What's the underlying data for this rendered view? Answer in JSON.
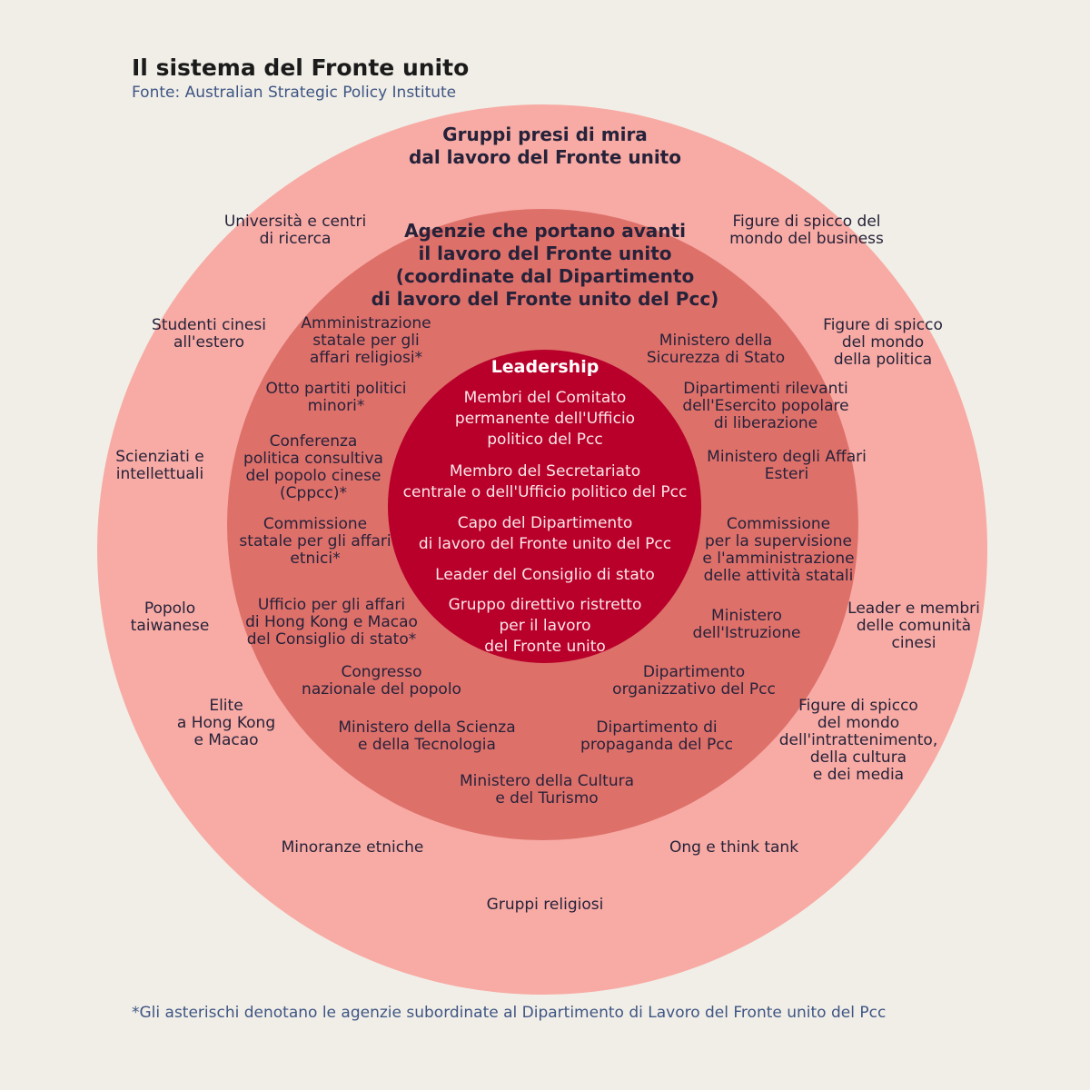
{
  "title": "Il sistema del Fronte unito",
  "subtitle": "Fonte: Australian Strategic Policy Institute",
  "footnote": "*Gli asterischi denotano le agenzie subordinate al Dipartimento di Lavoro del Fronte unito del Pcc",
  "colors": {
    "background": "#f1eee7",
    "outer_ring": "#f7aba4",
    "middle_ring": "#de706a",
    "inner_core": "#b8002a",
    "text_dark": "#26223a",
    "text_source": "#3e5584"
  },
  "outer_ring": {
    "heading": "Gruppi presi di mira\ndal lavoro del Fronte unito",
    "items": [
      "Università e centri\ndi ricerca",
      "Figure di spicco del\nmondo del business",
      "Studenti cinesi\nall'estero",
      "Figure di spicco\ndel mondo\ndella politica",
      "Scienziati e\nintellettuali",
      "Popolo\ntaiwanese",
      "Leader e membri\ndelle comunità\ncinesi",
      "Elite\na Hong Kong\ne Macao",
      "Figure di spicco\ndel mondo\ndell'intrattenimento,\ndella cultura\ne dei media",
      "Minoranze etniche",
      "Ong e think tank",
      "Gruppi religiosi"
    ]
  },
  "middle_ring": {
    "heading": "Agenzie che portano avanti\nil lavoro del Fronte unito\n(coordinate dal Dipartimento\ndi lavoro del Fronte unito del Pcc)",
    "items": [
      "Amministrazione\nstatale per gli\naffari religiosi*",
      "Ministero della\nSicurezza di Stato",
      "Otto partiti politici\nminori*",
      "Dipartimenti rilevanti\ndell'Esercito popolare\ndi liberazione",
      "Conferenza\npolitica consultiva\ndel popolo cinese\n(Cppcc)*",
      "Ministero degli Affari\nEsteri",
      "Commissione\nstatale per gli affari\netnici*",
      "Commissione\nper la supervisione\ne l'amministrazione\ndelle attività statali",
      "Ufficio per gli affari\ndi Hong Kong e Macao\ndel Consiglio di stato*",
      "Ministero\ndell'Istruzione",
      "Congresso\nnazionale del popolo",
      "Dipartimento\norganizzativo del Pcc",
      "Ministero della Scienza\ne della Tecnologia",
      "Dipartimento di\npropaganda del Pcc",
      "Ministero della Cultura\ne del Turismo"
    ]
  },
  "inner_core": {
    "heading": "Leadership",
    "items": [
      "Membri del Comitato\npermanente dell'Ufficio\npolitico del Pcc",
      "Membro del Secretariato\ncentrale o dell'Ufficio politico del Pcc",
      "Capo del Dipartimento\ndi lavoro del Fronte unito del Pcc",
      "Leader del Consiglio di stato",
      "Gruppo direttivo ristretto\nper il lavoro\ndel Fronte unito"
    ]
  }
}
